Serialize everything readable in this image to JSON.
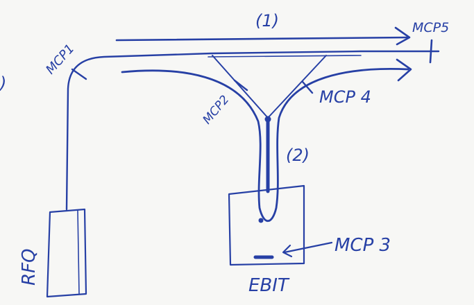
{
  "labels": {
    "mcp1": "MCP1",
    "mcp2": "MCP2",
    "mcp3": "MCP 3",
    "mcp4": "MCP 4",
    "mcp5": "MCP5",
    "path1": "(1)",
    "path2": "(2)",
    "rfq": "RFQ",
    "ebit": "EBIT",
    "edge_fragment": ")"
  },
  "colors": {
    "ink": "#2740a5",
    "paper": "#f7f7f5"
  }
}
